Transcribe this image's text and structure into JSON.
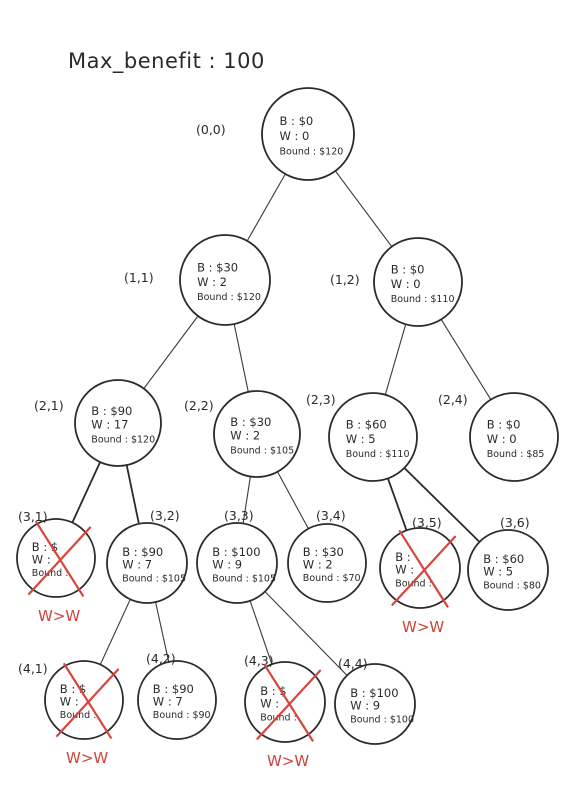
{
  "title": "Max_benefit : 100",
  "colors": {
    "ink": "#2a2a2a",
    "cross": "#d8453c"
  },
  "nodes": [
    {
      "id": "0_0",
      "label": "(0,0)",
      "b": "B : $0",
      "w": "W : 0",
      "bound": "Bound : $120",
      "pruned": false
    },
    {
      "id": "1_1",
      "label": "(1,1)",
      "b": "B : $30",
      "w": "W : 2",
      "bound": "Bound : $120",
      "pruned": false
    },
    {
      "id": "1_2",
      "label": "(1,2)",
      "b": "B : $0",
      "w": "W : 0",
      "bound": "Bound : $110",
      "pruned": false
    },
    {
      "id": "2_1",
      "label": "(2,1)",
      "b": "B : $90",
      "w": "W : 17",
      "bound": "Bound : $120",
      "pruned": false
    },
    {
      "id": "2_2",
      "label": "(2,2)",
      "b": "B : $30",
      "w": "W : 2",
      "bound": "Bound : $105",
      "pruned": false
    },
    {
      "id": "2_3",
      "label": "(2,3)",
      "b": "B : $60",
      "w": "W : 5",
      "bound": "Bound : $110",
      "pruned": false
    },
    {
      "id": "2_4",
      "label": "(2,4)",
      "b": "B : $0",
      "w": "W : 0",
      "bound": "Bound : $85",
      "pruned": false
    },
    {
      "id": "3_1",
      "label": "(3,1)",
      "b": "B : $",
      "w": "W :",
      "bound": "Bound :",
      "pruned": true,
      "reason": "W>W"
    },
    {
      "id": "3_2",
      "label": "(3,2)",
      "b": "B : $90",
      "w": "W : 7",
      "bound": "Bound : $105",
      "pruned": false
    },
    {
      "id": "3_3",
      "label": "(3,3)",
      "b": "B : $100",
      "w": "W : 9",
      "bound": "Bound : $105",
      "pruned": false
    },
    {
      "id": "3_4",
      "label": "(3,4)",
      "b": "B : $30",
      "w": "W : 2",
      "bound": "Bound : $70",
      "pruned": false
    },
    {
      "id": "3_5",
      "label": "(3,5)",
      "b": "B :",
      "w": "W :",
      "bound": "Bound :",
      "pruned": true,
      "reason": "W>W"
    },
    {
      "id": "3_6",
      "label": "(3,6)",
      "b": "B : $60",
      "w": "W : 5",
      "bound": "Bound : $80",
      "pruned": false
    },
    {
      "id": "4_1",
      "label": "(4,1)",
      "b": "B : $",
      "w": "W :",
      "bound": "Bound :",
      "pruned": true,
      "reason": "W>W"
    },
    {
      "id": "4_2",
      "label": "(4,2)",
      "b": "B : $90",
      "w": "W : 7",
      "bound": "Bound : $90",
      "pruned": false
    },
    {
      "id": "4_3",
      "label": "(4,3)",
      "b": "B : $",
      "w": "W :",
      "bound": "Bound :",
      "pruned": true,
      "reason": "W>W"
    },
    {
      "id": "4_4",
      "label": "(4,4)",
      "b": "B : $100",
      "w": "W : 9",
      "bound": "Bound : $100",
      "pruned": false
    }
  ],
  "edges": [
    [
      "0_0",
      "1_1"
    ],
    [
      "0_0",
      "1_2"
    ],
    [
      "1_1",
      "2_1"
    ],
    [
      "1_1",
      "2_2"
    ],
    [
      "1_2",
      "2_3"
    ],
    [
      "1_2",
      "2_4"
    ],
    [
      "2_1",
      "3_1"
    ],
    [
      "2_1",
      "3_2"
    ],
    [
      "2_2",
      "3_3"
    ],
    [
      "2_2",
      "3_4"
    ],
    [
      "2_3",
      "3_5"
    ],
    [
      "2_3",
      "3_6"
    ],
    [
      "3_2",
      "4_1"
    ],
    [
      "3_2",
      "4_2"
    ],
    [
      "3_3",
      "4_3"
    ],
    [
      "3_3",
      "4_4"
    ]
  ]
}
